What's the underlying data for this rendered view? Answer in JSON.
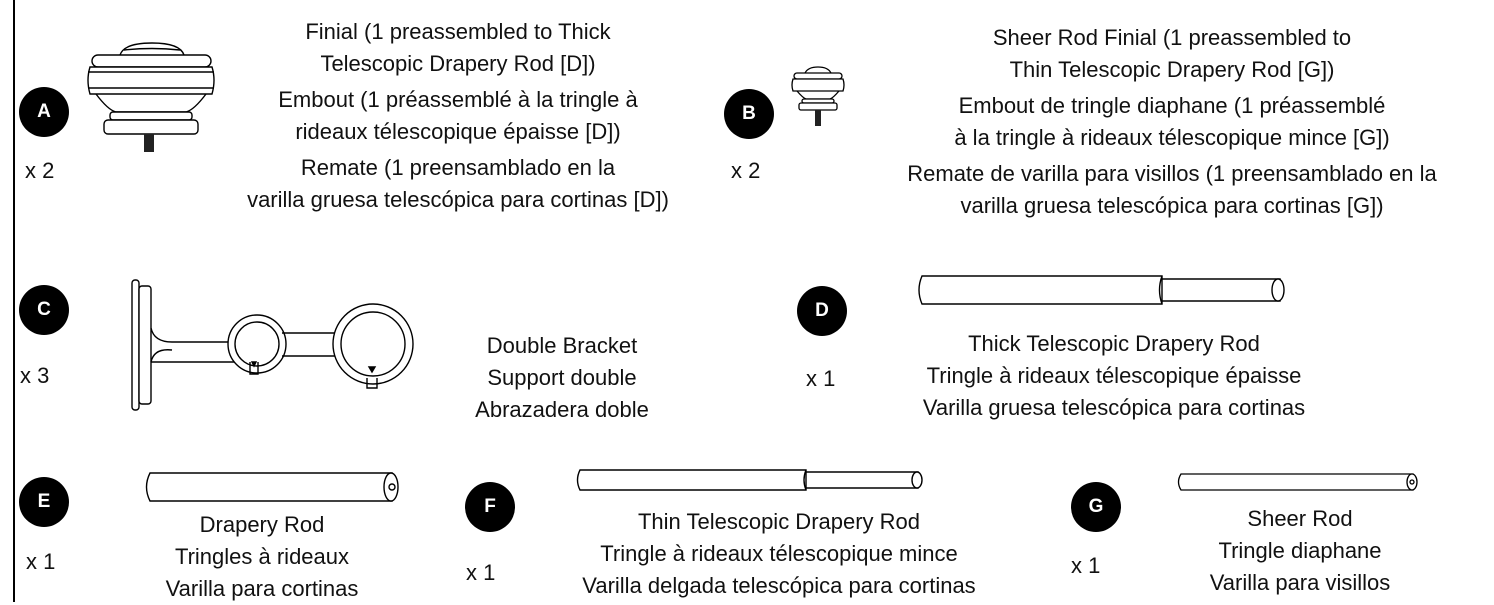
{
  "parts": [
    {
      "letter": "A",
      "qty": "x 2",
      "lines": [
        "Finial (1 preassembled to Thick",
        "Telescopic Drapery Rod [D])",
        "Embout (1 préassemblé à la tringle à",
        "rideaux télescopique épaisse [D])",
        "Remate (1 preensamblado en la",
        "varilla gruesa telescópica para cortinas [D])"
      ],
      "icon": "finial-icon"
    },
    {
      "letter": "B",
      "qty": "x 2",
      "lines": [
        "Sheer Rod Finial (1 preassembled to",
        "Thin Telescopic Drapery Rod [G])",
        "Embout de tringle diaphane (1 préassemblé",
        "à la tringle à rideaux télescopique mince [G])",
        "Remate de varilla para visillos (1 preensamblado en la",
        "varilla gruesa telescópica para cortinas [G])"
      ],
      "icon": "sheer-finial-icon"
    },
    {
      "letter": "C",
      "qty": "x 3",
      "lines": [
        "Double Bracket",
        "Support double",
        "Abrazadera doble"
      ],
      "icon": "double-bracket-icon"
    },
    {
      "letter": "D",
      "qty": "x 1",
      "lines": [
        "Thick Telescopic Drapery Rod",
        "Tringle à rideaux télescopique épaisse",
        "Varilla gruesa telescópica para cortinas"
      ],
      "icon": "thick-telescopic-rod-icon"
    },
    {
      "letter": "E",
      "qty": "x 1",
      "lines": [
        "Drapery Rod",
        "Tringles à rideaux",
        "Varilla para cortinas"
      ],
      "icon": "drapery-rod-icon"
    },
    {
      "letter": "F",
      "qty": "x 1",
      "lines": [
        "Thin Telescopic Drapery Rod",
        "Tringle à rideaux télescopique mince",
        "Varilla delgada telescópica para cortinas"
      ],
      "icon": "thin-telescopic-rod-icon"
    },
    {
      "letter": "G",
      "qty": "x 1",
      "lines": [
        "Sheer Rod",
        "Tringle diaphane",
        "Varilla para visillos"
      ],
      "icon": "sheer-rod-icon"
    }
  ]
}
